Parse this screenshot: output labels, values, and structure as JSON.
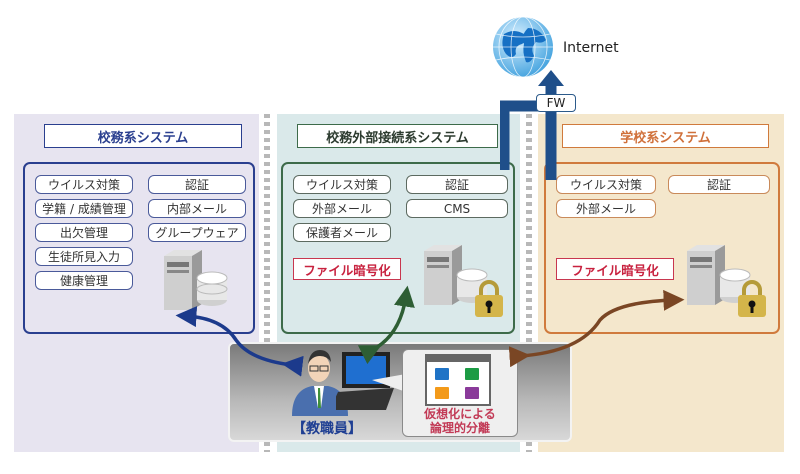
{
  "internet": {
    "label": "Internet",
    "icon": "globe-icon"
  },
  "firewall": {
    "label": "FW"
  },
  "zones": [
    {
      "title": "校務系システム",
      "color": "#2a3f8f",
      "services": [
        "ウイルス対策",
        "認証",
        "学籍 / 成績管理",
        "内部メール",
        "出欠管理",
        "グループウェア",
        "生徒所見入力",
        "健康管理"
      ]
    },
    {
      "title": "校務外部接続系システム",
      "color": "#3d6b4a",
      "services": [
        "ウイルス対策",
        "認証",
        "外部メール",
        "CMS",
        "保護者メール"
      ],
      "encryption": "ファイル暗号化"
    },
    {
      "title": "学校系システム",
      "color": "#d07a3c",
      "services": [
        "ウイルス対策",
        "認証",
        "外部メール"
      ],
      "encryption": "ファイル暗号化"
    }
  ],
  "terminal": {
    "staff_label": "【教職員】",
    "virtualization_line1": "仮想化による",
    "virtualization_line2": "論理的分離",
    "folder_colors": [
      "#1f73c6",
      "#1c9b44",
      "#f39a1a",
      "#8a3a9a"
    ]
  },
  "arrow_colors": {
    "a": "#1c3a8c",
    "b": "#2e5e34",
    "c": "#7a4624",
    "internet": "#1f4f8a"
  }
}
